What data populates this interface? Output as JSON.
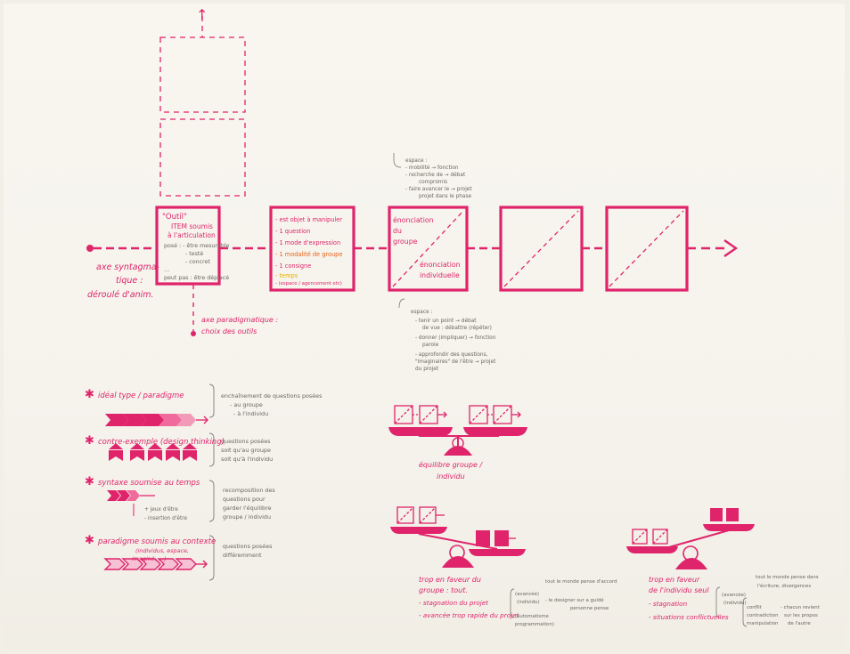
{
  "colors": {
    "ink": "#e0246b",
    "pencil": "#6a6660",
    "paper": "#f5f3ec",
    "highlight": "#e2b400"
  },
  "top": {
    "arrow": "↑",
    "outil_title": "\"Outil\"",
    "outil_lines": [
      "ITEM soumis",
      "à l'articulation",
      "posé : - être mesurable",
      "- testé",
      "- concret",
      "…",
      "peut pas : être déplacé"
    ],
    "tool_items": [
      "- est objet à manipuler",
      "- 1 question",
      "- 1 mode d'expression",
      "- 1 modalité de groupe",
      "- 1 consigne",
      "- temps",
      "- (espace / agencement etc)"
    ],
    "enonciation_groupe": [
      "énonciation",
      "du",
      "groupe"
    ],
    "enonciation_indiv": [
      "énonciation",
      "individuelle"
    ],
    "notes_above": [
      "espace :",
      "- mobilité → fonction",
      "- recherche de → débat",
      "compromis",
      "- faire avancer le → projet",
      "projet dans le phase"
    ],
    "notes_below": [
      "espace :",
      "- tenir un point → débat",
      "de vue : débattre (répéter)",
      "- donner (impliquer) → fonction",
      "parole",
      "- approfondir des questions,",
      "\"imaginaires\" de l'être → projet",
      "du projet"
    ],
    "axe_syntag": [
      "axe syntagma-",
      "tique :",
      "déroulé d'anim."
    ],
    "axe_paradigm": [
      "axe paradigmatique :",
      "choix des outils"
    ],
    "arrow_head": "→"
  },
  "legend": [
    {
      "title": "idéal type / paradigme",
      "notes": [
        "enchaînement de questions posées",
        "- au groupe",
        "- à l'individu"
      ]
    },
    {
      "title": "contre-exemple (design thinking)",
      "notes": [
        "questions posées",
        "soit qu'au groupe",
        "soit qu'à l'individu"
      ]
    },
    {
      "title": "syntaxe soumise au temps",
      "notes": [
        "recomposition des",
        "questions pour",
        "garder l'équilibre",
        "groupe / individu"
      ],
      "sub": [
        "+ jeux d'être",
        "- insertion d'être"
      ]
    },
    {
      "title": "paradigme soumis au contexte",
      "title2": [
        "(individus, espace,",
        "imaginé, …)"
      ],
      "notes": [
        "questions posées",
        "différemment"
      ]
    }
  ],
  "balances": {
    "equilibre": [
      "équilibre groupe /",
      "individu"
    ],
    "groupe": {
      "title": [
        "trop en faveur du",
        "groupe : tout."
      ],
      "items": [
        "- stagnation du projet",
        "- avancée trop rapide du projet"
      ],
      "notes": [
        "(avancée)",
        "(individu)",
        "tout le monde pense d'accord",
        "- le designer sur a guidé",
        "personne pense",
        "(automatisme",
        "programmation)"
      ]
    },
    "individu": {
      "title": [
        "trop en faveur",
        "de l'individu seul"
      ],
      "items": [
        "- stagnation",
        "- situations conflictuelles"
      ],
      "notes": [
        "(avancée)",
        "(individu)",
        "tout le monde pense dans",
        "l'écriture, divergences",
        "conflit",
        "contradiction",
        "manipulation",
        "- chacun revient",
        "sur les propos",
        "de l'autre"
      ]
    }
  }
}
